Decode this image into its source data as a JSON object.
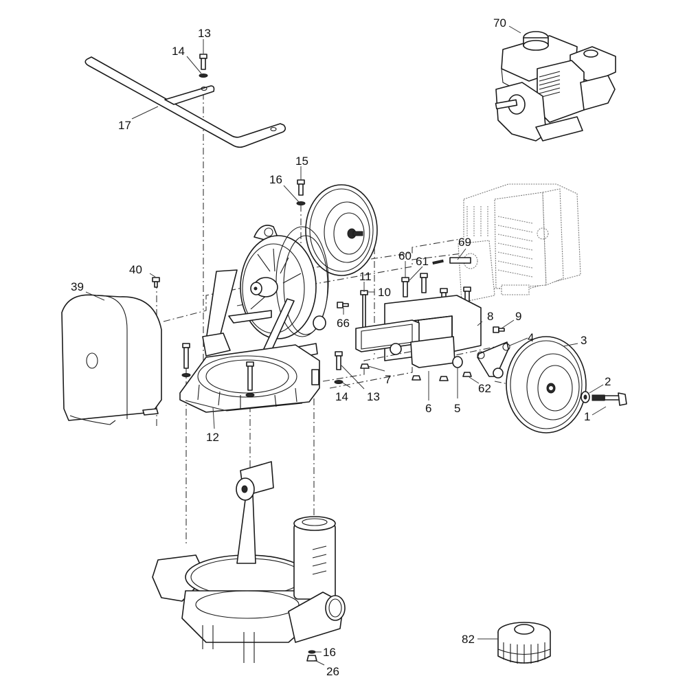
{
  "diagram": {
    "type": "exploded-parts-view",
    "subject": "pump frame, engine mount, wheels and handle assembly",
    "line_color": "#1a1a1a",
    "background": "#ffffff",
    "ghost_color": "#777777"
  },
  "callouts": [
    {
      "id": "c13a",
      "label": "13",
      "part": "bolt"
    },
    {
      "id": "c14a",
      "label": "14",
      "part": "washer"
    },
    {
      "id": "c17",
      "label": "17",
      "part": "handle"
    },
    {
      "id": "c15",
      "label": "15",
      "part": "bolt"
    },
    {
      "id": "c16a",
      "label": "16",
      "part": "washer"
    },
    {
      "id": "c70",
      "label": "70",
      "part": "engine"
    },
    {
      "id": "c69",
      "label": "69",
      "part": "shaft key"
    },
    {
      "id": "c60",
      "label": "60",
      "part": "bolt"
    },
    {
      "id": "c61",
      "label": "61",
      "part": "bolt"
    },
    {
      "id": "c11",
      "label": "11",
      "part": "bolt"
    },
    {
      "id": "c10",
      "label": "10",
      "part": "bolt"
    },
    {
      "id": "c40",
      "label": "40",
      "part": "screw"
    },
    {
      "id": "c39",
      "label": "39",
      "part": "belt guard"
    },
    {
      "id": "c66",
      "label": "66",
      "part": "screw"
    },
    {
      "id": "c8",
      "label": "8",
      "part": "engine mount bracket"
    },
    {
      "id": "c9",
      "label": "9",
      "part": "screw"
    },
    {
      "id": "c4",
      "label": "4",
      "part": "wheel bracket"
    },
    {
      "id": "c3",
      "label": "3",
      "part": "wheel"
    },
    {
      "id": "c2",
      "label": "2",
      "part": "washer"
    },
    {
      "id": "c1",
      "label": "1",
      "part": "axle bolt"
    },
    {
      "id": "c7",
      "label": "7",
      "part": "nut"
    },
    {
      "id": "c13b",
      "label": "13",
      "part": "bolt"
    },
    {
      "id": "c14b",
      "label": "14",
      "part": "washer"
    },
    {
      "id": "c12",
      "label": "12",
      "part": "frame base"
    },
    {
      "id": "c6",
      "label": "6",
      "part": "frame channel"
    },
    {
      "id": "c5",
      "label": "5",
      "part": "nut"
    },
    {
      "id": "c62",
      "label": "62",
      "part": "nut"
    },
    {
      "id": "c16b",
      "label": "16",
      "part": "washer"
    },
    {
      "id": "c26",
      "label": "26",
      "part": "nut"
    },
    {
      "id": "c82",
      "label": "82",
      "part": "strainer"
    }
  ]
}
